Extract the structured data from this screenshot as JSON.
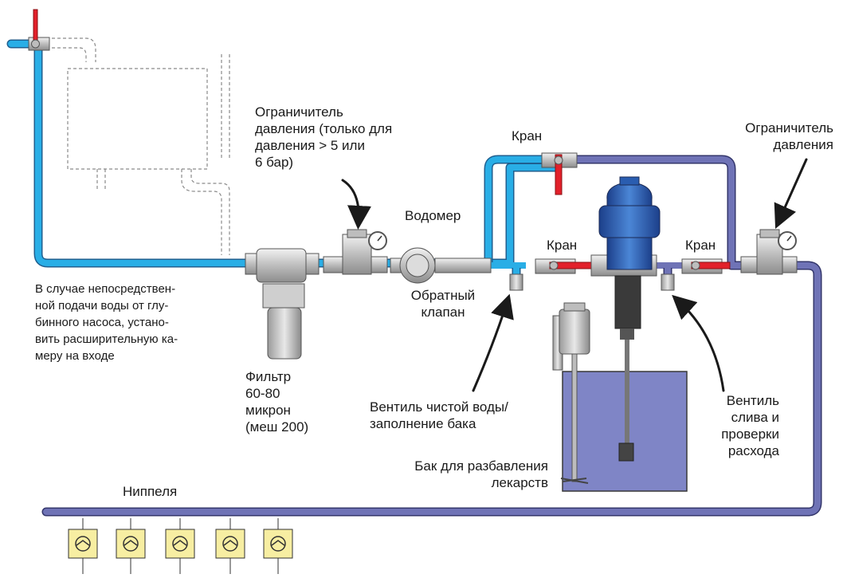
{
  "labels": {
    "pressure_limiter_1": [
      "Ограничитель",
      "давления (только для",
      "давления > 5 или",
      "6 бар)"
    ],
    "pressure_limiter_2": [
      "Ограничитель",
      "давления"
    ],
    "tap_top": "Кран",
    "tap_left": "Кран",
    "tap_right": "Кран",
    "water_meter": "Водомер",
    "check_valve": [
      "Обратный",
      "клапан"
    ],
    "direct_supply_note": [
      "В случае непосредствен-",
      "ной подачи воды от глу-",
      "бинного насоса, устано-",
      "вить расширительную ка-",
      "меру на входе"
    ],
    "filter": [
      "Фильтр",
      "60-80",
      "микрон",
      "(меш 200)"
    ],
    "clean_water_valve": [
      "Вентиль чистой воды/",
      "заполнение бака"
    ],
    "drain_valve": [
      "Вентиль",
      "слива и",
      "проверки",
      "расхода"
    ],
    "dilution_tank": [
      "Бак для разбавления",
      "лекарств"
    ],
    "nipples": "Ниппеля"
  },
  "colors": {
    "water_light_blue": "#29aee6",
    "water_dark_blue": "#6f73b6",
    "tank_fluid": "#7f85c6",
    "valve_red": "#e2202a",
    "dosatron_blue": "#2a5db0",
    "metal_gray": "#c9c9c9",
    "nipple_yellow": "#f7eea2"
  },
  "icons": [
    "ball-valve-icon",
    "pressure-gauge-icon",
    "water-meter-icon",
    "filter-icon",
    "dosatron-pump-icon",
    "mixer-motor-icon",
    "nipple-drinker-icon"
  ]
}
